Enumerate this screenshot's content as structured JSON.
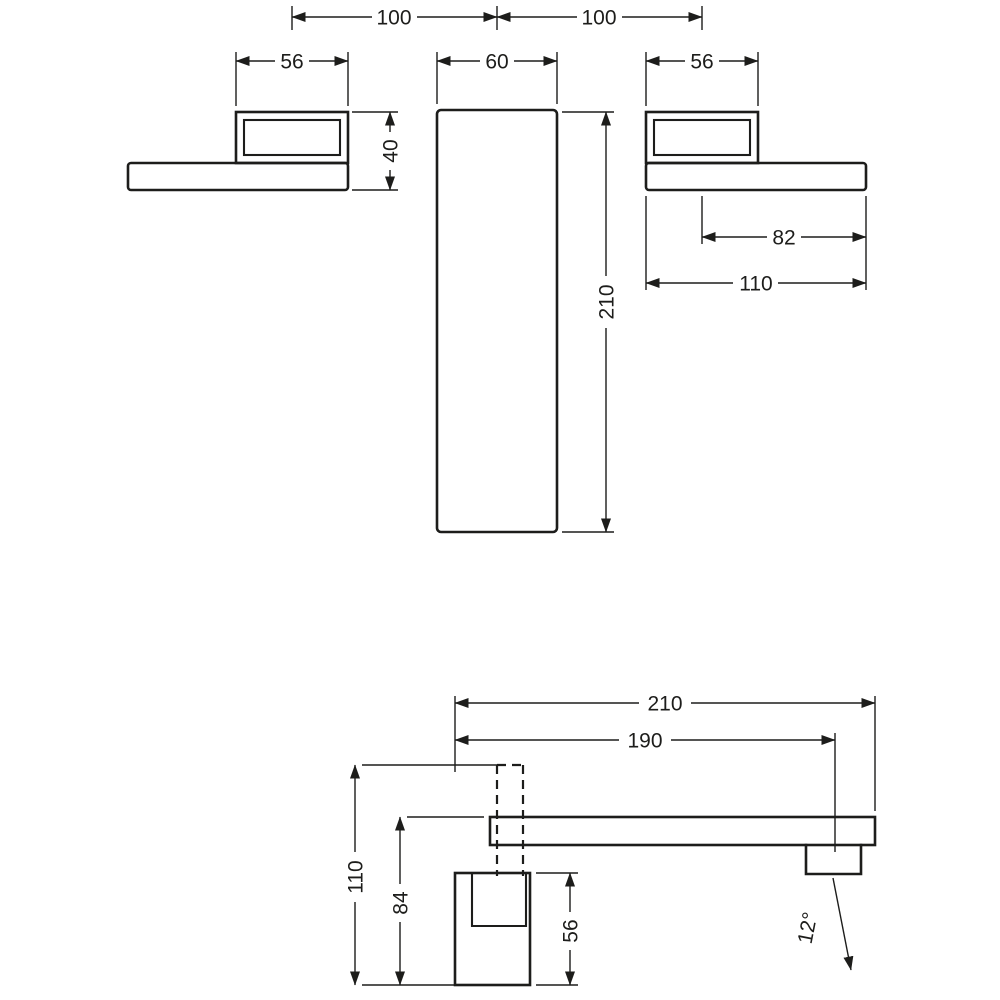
{
  "drawing_type": "faucet-installation-dimension-drawing",
  "colors": {
    "line": "#1d1d1b",
    "background": "#ffffff"
  },
  "front": {
    "offset_left": "100",
    "offset_right": "100",
    "handle_left_width": "56",
    "plate_width": "60",
    "handle_right_width": "56",
    "handle_height": "40",
    "plate_height": "210",
    "handle_grip_length": "82",
    "handle_total_length": "110"
  },
  "side": {
    "projection_total": "210",
    "projection_outlet": "190",
    "height_total": "110",
    "height_spout": "84",
    "height_body": "56",
    "spray_angle": "12°"
  }
}
